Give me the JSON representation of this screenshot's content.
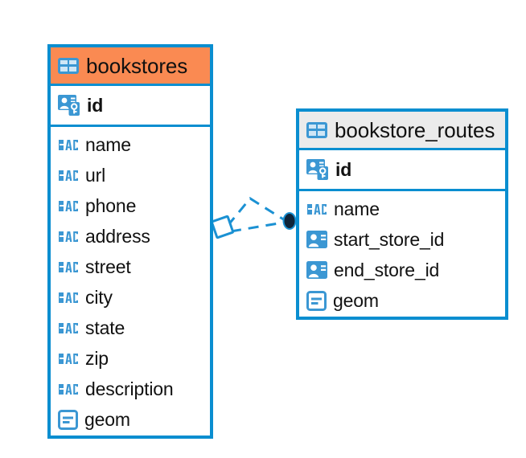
{
  "diagram": {
    "kind": "entity-relationship-diagram",
    "background": "#ffffff",
    "accent_blue": "#0a8ed0",
    "header_orange": "#fa8a52",
    "header_grey": "#ebebeb",
    "icon_blue": "#3b97d3",
    "text_color": "#111111"
  },
  "entities": [
    {
      "id": "bookstores",
      "title": "bookstores",
      "header_style": "accent-orange",
      "table_icon": "table-icon",
      "primary_keys": [
        {
          "name": "id",
          "icon": "primary-key-icon"
        }
      ],
      "fields": [
        {
          "name": "name",
          "icon": "text-abc-icon"
        },
        {
          "name": "url",
          "icon": "text-abc-icon"
        },
        {
          "name": "phone",
          "icon": "text-abc-icon"
        },
        {
          "name": "address",
          "icon": "text-abc-icon"
        },
        {
          "name": "street",
          "icon": "text-abc-icon"
        },
        {
          "name": "city",
          "icon": "text-abc-icon"
        },
        {
          "name": "state",
          "icon": "text-abc-icon"
        },
        {
          "name": "zip",
          "icon": "text-abc-icon"
        },
        {
          "name": "description",
          "icon": "text-abc-icon"
        },
        {
          "name": "geom",
          "icon": "geometry-icon"
        }
      ]
    },
    {
      "id": "bookstore_routes",
      "title": "bookstore_routes",
      "header_style": "accent-grey",
      "table_icon": "table-icon",
      "primary_keys": [
        {
          "name": "id",
          "icon": "primary-key-icon"
        }
      ],
      "fields": [
        {
          "name": "name",
          "icon": "text-abc-icon"
        },
        {
          "name": "start_store_id",
          "icon": "foreign-key-icon"
        },
        {
          "name": "end_store_id",
          "icon": "foreign-key-icon"
        },
        {
          "name": "geom",
          "icon": "geometry-icon"
        }
      ]
    }
  ],
  "relationship": {
    "from": "bookstores",
    "to": "bookstore_routes",
    "line_style": "dashed",
    "line_color": "#1b91d3",
    "source_marker": "diamond-marker",
    "target_marker": "filled-circle-marker"
  }
}
